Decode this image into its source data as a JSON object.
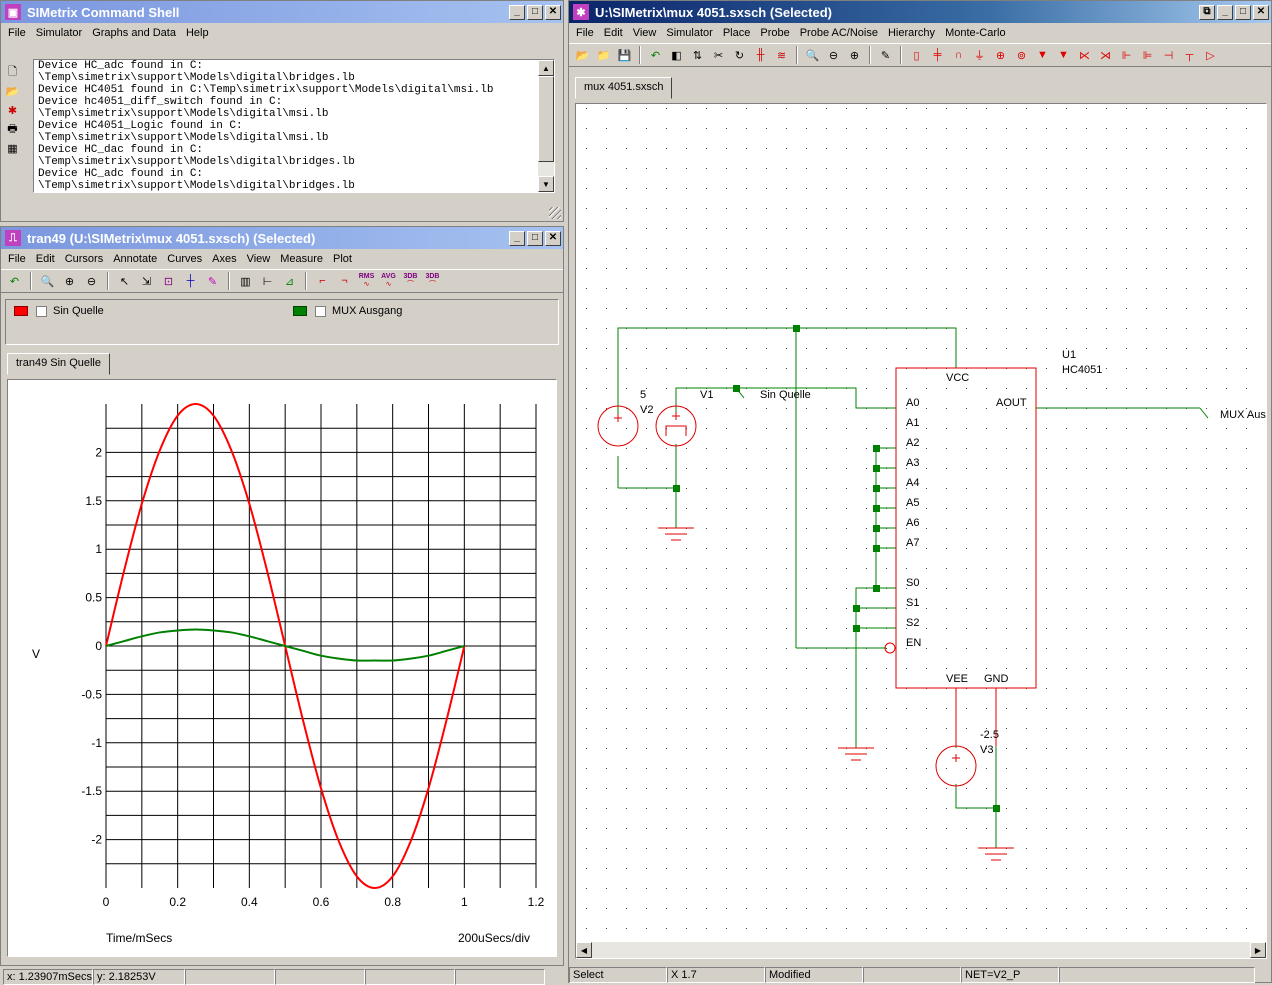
{
  "command_shell": {
    "title": "SIMetrix Command Shell",
    "menu": [
      "File",
      "Simulator",
      "Graphs and Data",
      "Help"
    ],
    "log_lines": [
      "Device HC_adc found in C:",
      "\\Temp\\simetrix\\support\\Models\\digital\\bridges.lb",
      "Device HC4051 found in C:\\Temp\\simetrix\\support\\Models\\digital\\msi.lb",
      "Device hc4051_diff_switch found in C:",
      "\\Temp\\simetrix\\support\\Models\\digital\\msi.lb",
      "Device HC4051_Logic found in C:",
      "\\Temp\\simetrix\\support\\Models\\digital\\msi.lb",
      "Device HC_dac found in C:",
      "\\Temp\\simetrix\\support\\Models\\digital\\bridges.lb",
      "Device HC_adc found in C:",
      "\\Temp\\simetrix\\support\\Models\\digital\\bridges.lb"
    ]
  },
  "graph_window": {
    "title": "tran49 (U:\\SIMetrix\\mux 4051.sxsch) (Selected)",
    "menu": [
      "File",
      "Edit",
      "Cursors",
      "Annotate",
      "Curves",
      "Axes",
      "View",
      "Measure",
      "Plot"
    ],
    "toolbar_labels": [
      "RMS",
      "AVG",
      "3DB",
      "3DB"
    ],
    "legend": [
      {
        "name": "Sin Quelle",
        "color": "#ff0000"
      },
      {
        "name": "MUX Ausgang",
        "color": "#008000"
      }
    ],
    "tab": "tran49 Sin Quelle",
    "status_x": "x: 1.23907mSecs",
    "status_y": "y: 2.18253V"
  },
  "chart_data": {
    "type": "line",
    "title": "",
    "xlabel": "Time/mSecs",
    "ylabel": "V",
    "x_div_label": "200uSecs/div",
    "xlim": [
      0,
      1.2
    ],
    "ylim": [
      -2.5,
      2.5
    ],
    "x_ticks": [
      "0",
      "0.2",
      "0.4",
      "0.6",
      "0.8",
      "1",
      "1.2"
    ],
    "y_ticks": [
      "2",
      "1.5",
      "1",
      "0.5",
      "0",
      "-0.5",
      "-1",
      "-1.5",
      "-2"
    ],
    "grid": true,
    "series": [
      {
        "name": "Sin Quelle",
        "color": "#ff0000",
        "x": [
          0,
          0.05,
          0.1,
          0.15,
          0.2,
          0.25,
          0.3,
          0.35,
          0.4,
          0.45,
          0.5,
          0.55,
          0.6,
          0.65,
          0.7,
          0.75,
          0.8,
          0.85,
          0.9,
          0.95,
          1.0
        ],
        "y": [
          0,
          0.77,
          1.47,
          2.02,
          2.38,
          2.5,
          2.38,
          2.02,
          1.47,
          0.77,
          0,
          -0.77,
          -1.47,
          -2.02,
          -2.38,
          -2.5,
          -2.38,
          -2.02,
          -1.47,
          -0.77,
          0
        ]
      },
      {
        "name": "MUX Ausgang",
        "color": "#008000",
        "x": [
          0,
          0.05,
          0.1,
          0.15,
          0.2,
          0.25,
          0.3,
          0.35,
          0.4,
          0.45,
          0.5,
          0.55,
          0.6,
          0.65,
          0.7,
          0.75,
          0.8,
          0.85,
          0.9,
          0.95,
          1.0
        ],
        "y": [
          0,
          0.05,
          0.1,
          0.14,
          0.16,
          0.17,
          0.16,
          0.14,
          0.1,
          0.05,
          0,
          -0.05,
          -0.1,
          -0.13,
          -0.15,
          -0.15,
          -0.15,
          -0.13,
          -0.1,
          -0.05,
          0
        ]
      }
    ]
  },
  "schematic_window": {
    "title": "U:\\SIMetrix\\mux 4051.sxsch (Selected)",
    "menu": [
      "File",
      "Edit",
      "View",
      "Simulator",
      "Place",
      "Probe",
      "Probe AC/Noise",
      "Hierarchy",
      "Monte-Carlo"
    ],
    "tab": "mux 4051.sxsch",
    "labels": {
      "u1": "U1",
      "hc4051": "HC4051",
      "vcc": "VCC",
      "aout": "AOUT",
      "a_pins": [
        "A0",
        "A1",
        "A2",
        "A3",
        "A4",
        "A5",
        "A6",
        "A7"
      ],
      "s_pins": [
        "S0",
        "S1",
        "S2",
        "EN"
      ],
      "vee": "VEE",
      "gnd": "GND",
      "v2_val": "5",
      "v2": "V2",
      "v1": "V1",
      "sin_quelle": "Sin Quelle",
      "mux_aus": "MUX Aus",
      "v3_val": "-2.5",
      "v3": "V3"
    },
    "status": [
      "Select",
      "X 1.7",
      "Modified",
      "",
      "NET=V2_P",
      ""
    ]
  }
}
